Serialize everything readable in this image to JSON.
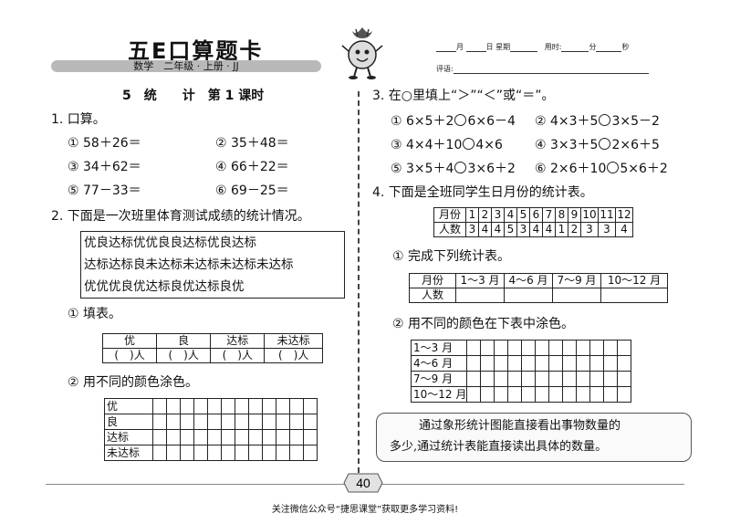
{
  "header": {
    "brand": "五E口算题卡",
    "subtitle": "数学　二年级 · 上册 · JJ",
    "date_line": {
      "month": "月",
      "day": "日",
      "weekday": "星期",
      "time_label": "用时:",
      "min": "分",
      "sec": "秒"
    },
    "comment_label": "评语:"
  },
  "lesson_title": "5　统　　计　第 1 课时",
  "q1": {
    "title": "1. 口算。",
    "items": [
      "① 58＋26＝",
      "② 35＋48＝",
      "③ 34＋62＝",
      "④ 66＋22＝",
      "⑤ 77－33＝",
      "⑥ 69－25＝"
    ]
  },
  "q2": {
    "title": "2. 下面是一次班里体育测试成绩的统计情况。",
    "grades": [
      "优良达标优优良良达标优良达标",
      "达标达标良未达标未达标未达标未达标",
      "优优优良优达标良优达标良优"
    ],
    "part1_label": "① 填表。",
    "table_headers": [
      "优",
      "良",
      "达标",
      "未达标"
    ],
    "table_cell": [
      "(",
      "　)人"
    ],
    "part2_label": "② 用不同的颜色涂色。",
    "color_rows": [
      "优",
      "良",
      "达标",
      "未达标"
    ]
  },
  "q3": {
    "title": "3. 在○里填上“＞”“＜”或“＝”。",
    "rows": [
      [
        [
          "①",
          "6×5＋2",
          "6×6－4"
        ],
        [
          "②",
          "4×3＋5",
          "3×5－2"
        ]
      ],
      [
        [
          "③",
          "4×4＋10",
          "4×6"
        ],
        [
          "④",
          "3×3＋5",
          "2×6＋5"
        ]
      ],
      [
        [
          "⑤",
          "3×5＋4",
          "3×6＋2"
        ],
        [
          "⑥",
          "2×6＋10",
          "5×6＋2"
        ]
      ]
    ]
  },
  "q4": {
    "title": "4. 下面是全班同学生日月份的统计表。",
    "month_label": "月份",
    "months": [
      "1",
      "2",
      "3",
      "4",
      "5",
      "6",
      "7",
      "8",
      "9",
      "10",
      "11",
      "12"
    ],
    "people_label": "人数",
    "counts": [
      "3",
      "4",
      "4",
      "5",
      "3",
      "4",
      "4",
      "1",
      "2",
      "3",
      "3",
      "4"
    ],
    "part1_label": "① 完成下列统计表。",
    "quarter_headers": [
      "月份",
      "1～3 月",
      "4～6 月",
      "7～9 月",
      "10～12 月"
    ],
    "quarter_people": "人数",
    "part2_label": "② 用不同的颜色在下表中涂色。",
    "color_rows": [
      "1～3 月",
      "4～6 月",
      "7～9 月",
      "10～12 月"
    ]
  },
  "tip": {
    "line1": "通过象形统计图能直接看出事物数量的",
    "line2": "多少,通过统计表能直接读出具体的数量。"
  },
  "page_number": "40",
  "footer": "关注微信公众号“捷思课堂”获取更多学习资料!"
}
